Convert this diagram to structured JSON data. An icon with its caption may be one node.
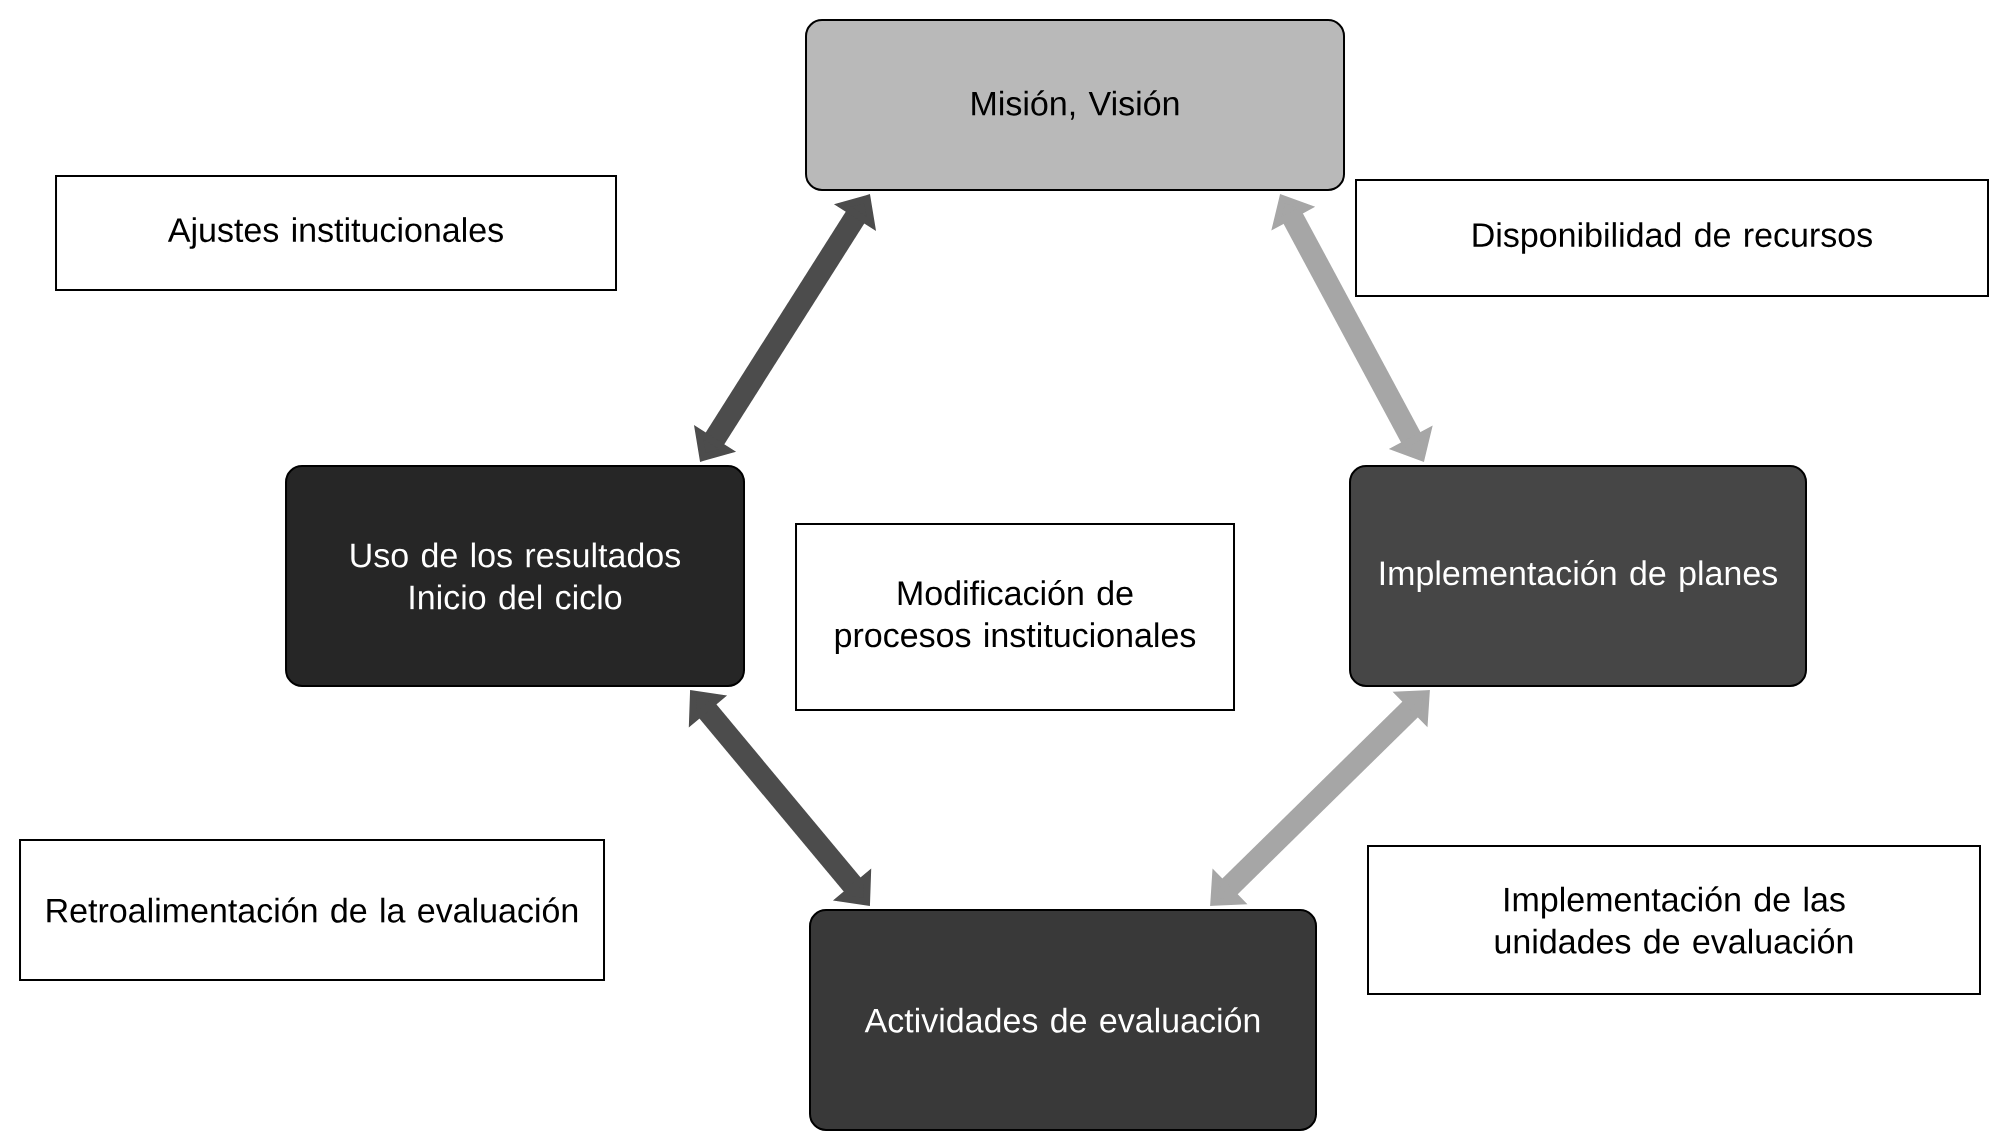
{
  "diagram": {
    "nodes": [
      {
        "text": [
          "Misión, Visión"
        ]
      },
      {
        "text": [
          "Ajustes institucionales"
        ]
      },
      {
        "text": [
          "Disponibilidad de recursos"
        ]
      },
      {
        "text": [
          "Uso de los resultados Inicio del ciclo"
        ]
      },
      {
        "text": [
          "Modificación de procesos institucionales"
        ]
      },
      {
        "text": [
          "Implementación de planes"
        ]
      },
      {
        "text": [
          "Retroalimentación de la evaluación"
        ]
      },
      {
        "text": [
          "Implementación de las unidades de evaluación"
        ]
      },
      {
        "text": [
          "Actividades de evaluación"
        ]
      }
    ],
    "edges": [
      {
        "from": 0,
        "to": 3,
        "arrow": "both"
      },
      {
        "from": 0,
        "to": 5,
        "arrow": "both"
      },
      {
        "from": 3,
        "to": 8,
        "arrow": "both"
      },
      {
        "from": 5,
        "to": 8,
        "arrow": "both"
      }
    ]
  }
}
